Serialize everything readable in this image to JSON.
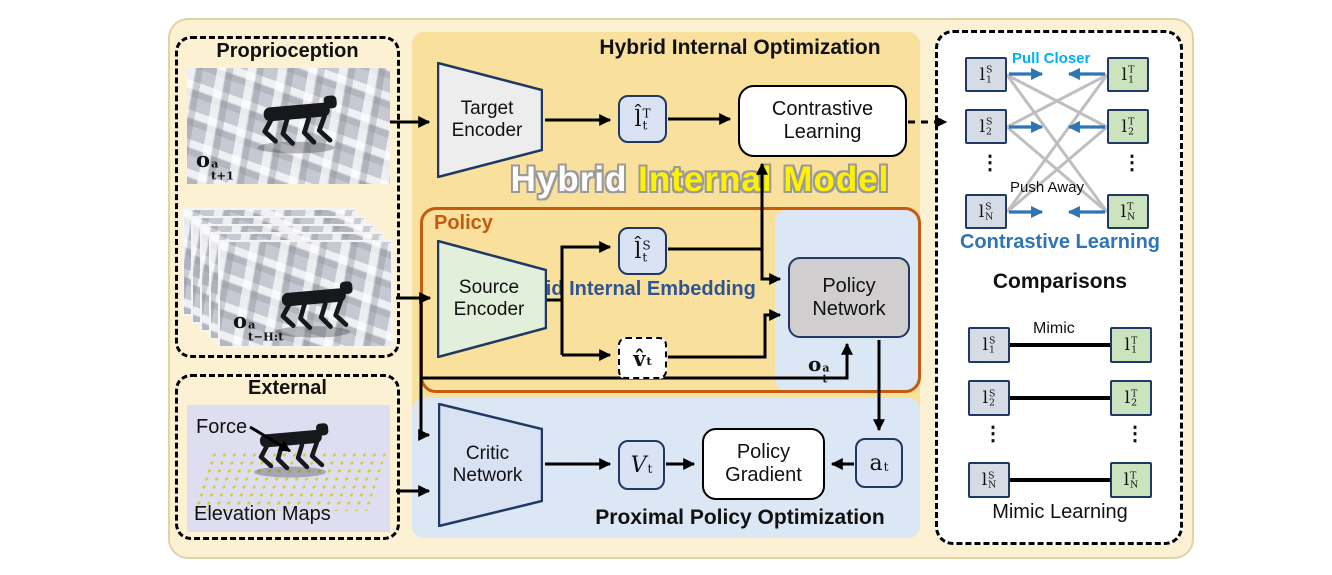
{
  "colors": {
    "canvas_bg": "#FCF1D2",
    "hio_bg": "#F9E09C",
    "ppo_bg": "#DCE7F5",
    "policy_border": "#C55A11",
    "node_border": "#1F3864",
    "accent_blue": "#2E75B6",
    "pull_blue": "#00B0F0",
    "embedding_blue": "#2F5496",
    "watermark_yellow": "#FFF100"
  },
  "proprioception": {
    "title": "Proprioception",
    "obs_next": {
      "base": "o",
      "sup": "a",
      "sub": "t+1"
    },
    "obs_hist": {
      "base": "o",
      "sup": "a",
      "sub": "t−H:t"
    }
  },
  "external": {
    "title": "External",
    "force": "Force",
    "caption": "Elevation Maps"
  },
  "hio": {
    "title": "Hybrid Internal Optimization",
    "watermark_white": "Hybrid",
    "watermark_yellow": " Internal Model",
    "target_encoder": "Target Encoder",
    "latent_target": {
      "base": "l̂",
      "sup": "T",
      "sub": "t"
    },
    "contrastive": "Contrastive Learning"
  },
  "policy": {
    "label": "Policy",
    "source_encoder": "Source Encoder",
    "latent_source": {
      "base": "l̂",
      "sup": "S",
      "sub": "t"
    },
    "velocity": {
      "base": "v̂",
      "sub": "t"
    },
    "embedding": "Hybrid Internal Embedding",
    "policy_network": "Policy Network",
    "obs": {
      "base": "o",
      "sup": "a",
      "sub": "t"
    }
  },
  "ppo": {
    "title": "Proximal Policy Optimization",
    "critic": "Critic Network",
    "value": {
      "base": "V",
      "sub": "t"
    },
    "policy_gradient": "Policy Gradient",
    "action": {
      "base": "a",
      "sub": "t"
    }
  },
  "panel": {
    "contrastive": {
      "pull": "Pull Closer",
      "push": "Push Away",
      "caption": "Contrastive Learning",
      "dots": "⋮",
      "source": [
        {
          "base": "l",
          "sup": "S",
          "sub": "1"
        },
        {
          "base": "l",
          "sup": "S",
          "sub": "2"
        },
        {
          "base": "l",
          "sup": "S",
          "sub": "N"
        }
      ],
      "target": [
        {
          "base": "l",
          "sup": "T",
          "sub": "1"
        },
        {
          "base": "l",
          "sup": "T",
          "sub": "2"
        },
        {
          "base": "l",
          "sup": "T",
          "sub": "N"
        }
      ]
    },
    "comparisons_title": "Comparisons",
    "mimic": {
      "label": "Mimic",
      "caption": "Mimic Learning",
      "dots": "⋮",
      "source": [
        {
          "base": "l",
          "sup": "S",
          "sub": "1"
        },
        {
          "base": "l",
          "sup": "S",
          "sub": "2"
        },
        {
          "base": "l",
          "sup": "S",
          "sub": "N"
        }
      ],
      "target": [
        {
          "base": "l",
          "sup": "T",
          "sub": "1"
        },
        {
          "base": "l",
          "sup": "T",
          "sub": "2"
        },
        {
          "base": "l",
          "sup": "T",
          "sub": "N"
        }
      ]
    }
  }
}
